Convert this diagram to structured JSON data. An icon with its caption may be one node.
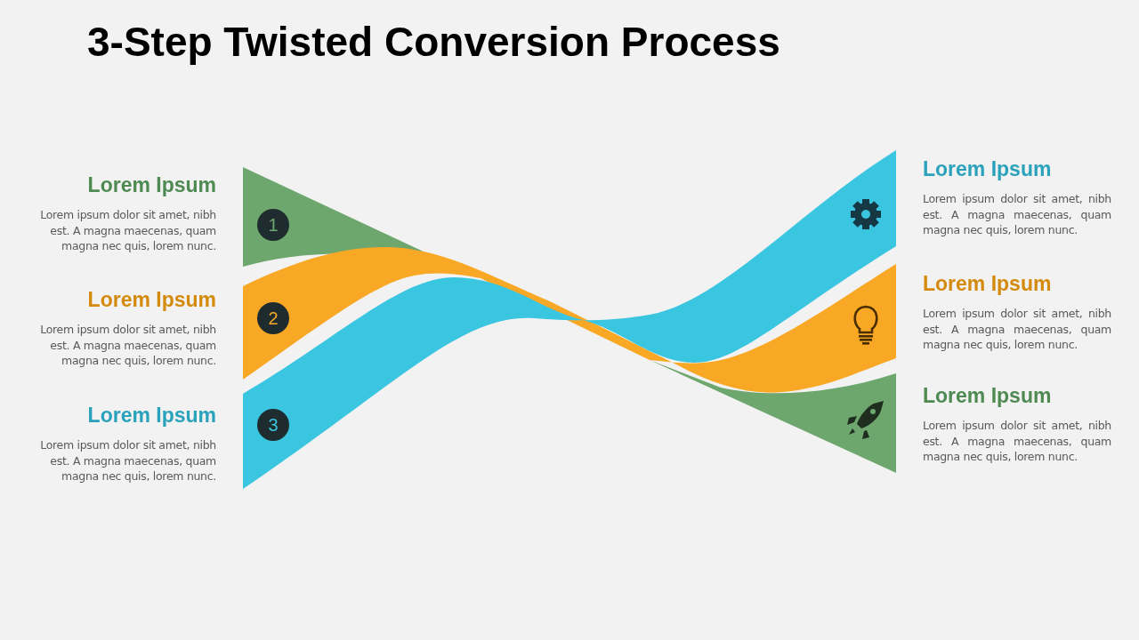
{
  "diagram": {
    "title": "3-Step Twisted Conversion Process",
    "nodes": [
      {
        "text": [
          "1"
        ]
      },
      {
        "text": [
          "2"
        ]
      },
      {
        "text": [
          "3"
        ]
      }
    ],
    "edges": [],
    "labels": [
      "Lorem Ipsum",
      "Lorem ipsum dolor sit amet, nibh est. A magna maecenas, quam magna nec quis, lorem nunc.",
      "Lorem Ipsum",
      "Lorem ipsum dolor sit amet, nibh est. A magna maecenas, quam magna nec quis, lorem nunc.",
      "Lorem Ipsum",
      "Lorem ipsum dolor sit amet, nibh est. A magna maecenas, quam magna nec quis, lorem nunc.",
      "Lorem Ipsum",
      "Lorem ipsum dolor sit amet, nibh est. A magna maecenas, quam magna nec quis, lorem nunc.",
      "Lorem Ipsum",
      "Lorem ipsum dolor sit amet, nibh est. A magna maecenas, quam magna nec quis, lorem nunc.",
      "Lorem Ipsum",
      "Lorem ipsum dolor sit amet, nibh est. A magna maecenas, quam magna nec quis, lorem nunc."
    ]
  }
}
